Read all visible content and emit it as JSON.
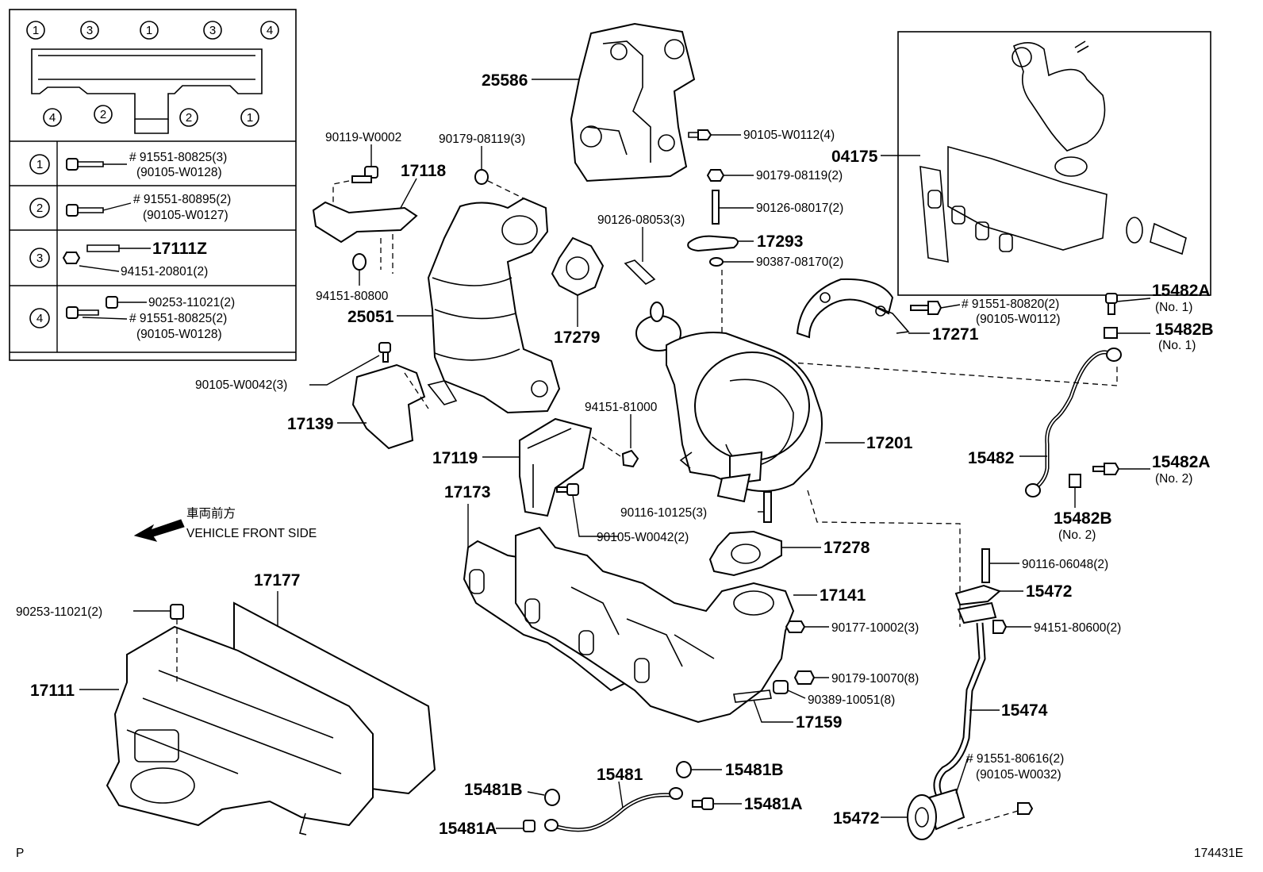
{
  "legend": {
    "circles_top": [
      "1",
      "3",
      "1",
      "3",
      "4"
    ],
    "circles_bottom": [
      "4",
      "2",
      "2",
      "1"
    ],
    "rows": [
      {
        "num": "1",
        "lines": [
          "# 91551-80825(3)",
          "(90105-W0128)"
        ]
      },
      {
        "num": "2",
        "lines": [
          "# 91551-80895(2)",
          "(90105-W0127)"
        ]
      },
      {
        "num": "3",
        "lines": [
          "17111Z",
          "94151-20801(2)"
        ]
      },
      {
        "num": "4",
        "lines": [
          "90253-11021(2)",
          "# 91551-80825(2)",
          "(90105-W0128)"
        ]
      }
    ]
  },
  "inset": {
    "label": "04175"
  },
  "direction": {
    "jp": "車両前方",
    "en": "VEHICLE FRONT SIDE"
  },
  "labels": {
    "p25586": "25586",
    "p90105_W0112_4": "90105-W0112(4)",
    "p04175": "04175",
    "p90119_W0002": "90119-W0002",
    "p90179_08119_3": "90179-08119(3)",
    "p17118": "17118",
    "p90179_08119_2": "90179-08119(2)",
    "p90126_08017_2": "90126-08017(2)",
    "p90126_08053_3": "90126-08053(3)",
    "p17293": "17293",
    "p90387_08170_2": "90387-08170(2)",
    "p94151_80800": "94151-80800",
    "p25051": "25051",
    "p17279": "17279",
    "p91551_80820_2": "# 91551-80820(2)",
    "p90105_W0112": "(90105-W0112)",
    "p17271": "17271",
    "p15482A_1": "15482A",
    "p15482A_1_no": "(No. 1)",
    "p15482B_1": "15482B",
    "p15482B_1_no": "(No. 1)",
    "p90105_W0042_3": "90105-W0042(3)",
    "p17139": "17139",
    "p94151_81000": "94151-81000",
    "p17201": "17201",
    "p17119": "17119",
    "p15482": "15482",
    "p15482A_2": "15482A",
    "p15482A_2_no": "(No. 2)",
    "p17173": "17173",
    "p90116_10125_3": "90116-10125(3)",
    "p15482B_2": "15482B",
    "p15482B_2_no": "(No. 2)",
    "p90105_W0042_2": "90105-W0042(2)",
    "p17278": "17278",
    "p90116_06048_2": "90116-06048(2)",
    "p17177": "17177",
    "p17141": "17141",
    "p15472_a": "15472",
    "p90253_11021_2": "90253-11021(2)",
    "p90177_10002_3": "90177-10002(3)",
    "p94151_80600_2": "94151-80600(2)",
    "p17111": "17111",
    "p90179_10070_8": "90179-10070(8)",
    "p90389_10051_8": "90389-10051(8)",
    "p17159": "17159",
    "p15474": "15474",
    "p91551_80616_2": "# 91551-80616(2)",
    "p90105_W0032": "(90105-W0032)",
    "p15481": "15481",
    "p15481B_a": "15481B",
    "p15481B_b": "15481B",
    "p15481A_a": "15481A",
    "p15481A_b": "15481A",
    "p15472_b": "15472",
    "corner_left": "P",
    "corner_right": "174431E"
  }
}
